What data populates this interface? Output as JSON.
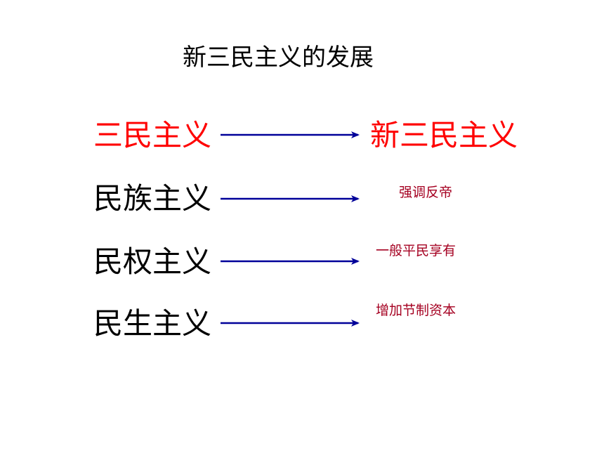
{
  "title": "新三民主义的发展",
  "colors": {
    "emphasis": "#ff0000",
    "normal_text": "#000000",
    "annotation": "#a50021",
    "arrow": "#000099"
  },
  "rows": [
    {
      "left": "三民主义",
      "right": "新三民主义"
    },
    {
      "left": "民族主义",
      "right": "强调反帝"
    },
    {
      "left": "民权主义",
      "right": "一般平民享有"
    },
    {
      "left": "民生主义",
      "right": "增加节制资本"
    }
  ]
}
